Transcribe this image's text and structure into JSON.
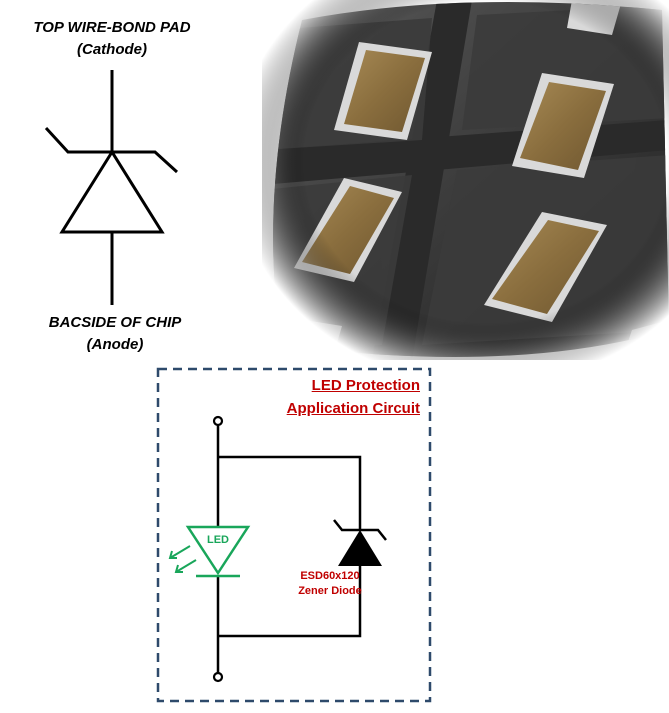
{
  "symbol": {
    "top_label_line1": "TOP  WIRE-BOND PAD",
    "top_label_line2": "(Cathode)",
    "bottom_label_line1": "BACSIDE OF CHIP",
    "bottom_label_line2": "(Anode)"
  },
  "photo": {
    "subject": "zener-diode-chips-on-tray"
  },
  "circuit": {
    "title_line1": "LED Protection",
    "title_line2": "Application Circuit",
    "led_label": "LED",
    "zener_label_line1": "ESD60x120",
    "zener_label_line2": "Zener Diode",
    "colors": {
      "border": "#2e4a6b",
      "title": "#c00000",
      "led": "#19a65a",
      "wire": "#000000"
    }
  }
}
